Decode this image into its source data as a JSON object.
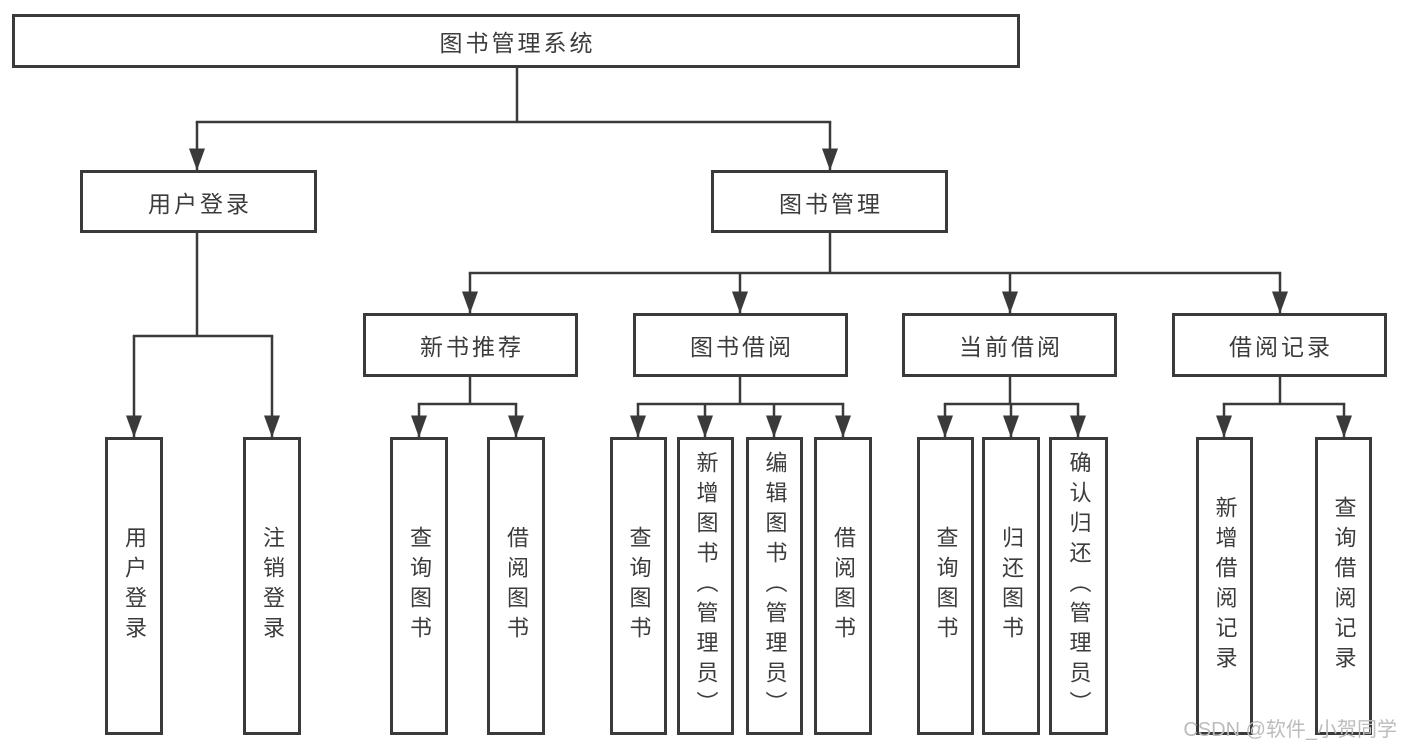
{
  "tree": {
    "root": "图书管理系统",
    "level2": [
      "用户登录",
      "图书管理"
    ],
    "level3": [
      "新书推荐",
      "图书借阅",
      "当前借阅",
      "借阅记录"
    ],
    "leaves": {
      "user_login": [
        "用户登录",
        "注销登录"
      ],
      "new_book": [
        "查询图书",
        "借阅图书"
      ],
      "book_borrow": [
        "查询图书",
        "新增图书（管理员）",
        "编辑图书（管理员）",
        "借阅图书"
      ],
      "current_borrow": [
        "查询图书",
        "归还图书",
        "确认归还（管理员）"
      ],
      "borrow_records": [
        "新增借阅记录",
        "查询借阅记录"
      ]
    }
  },
  "watermark": "CSDN @软件_小贺同学",
  "colors": {
    "line": "#3a3a3a",
    "text": "#3c3c3c",
    "watermark": "#bcbcbc",
    "background": "#ffffff"
  }
}
